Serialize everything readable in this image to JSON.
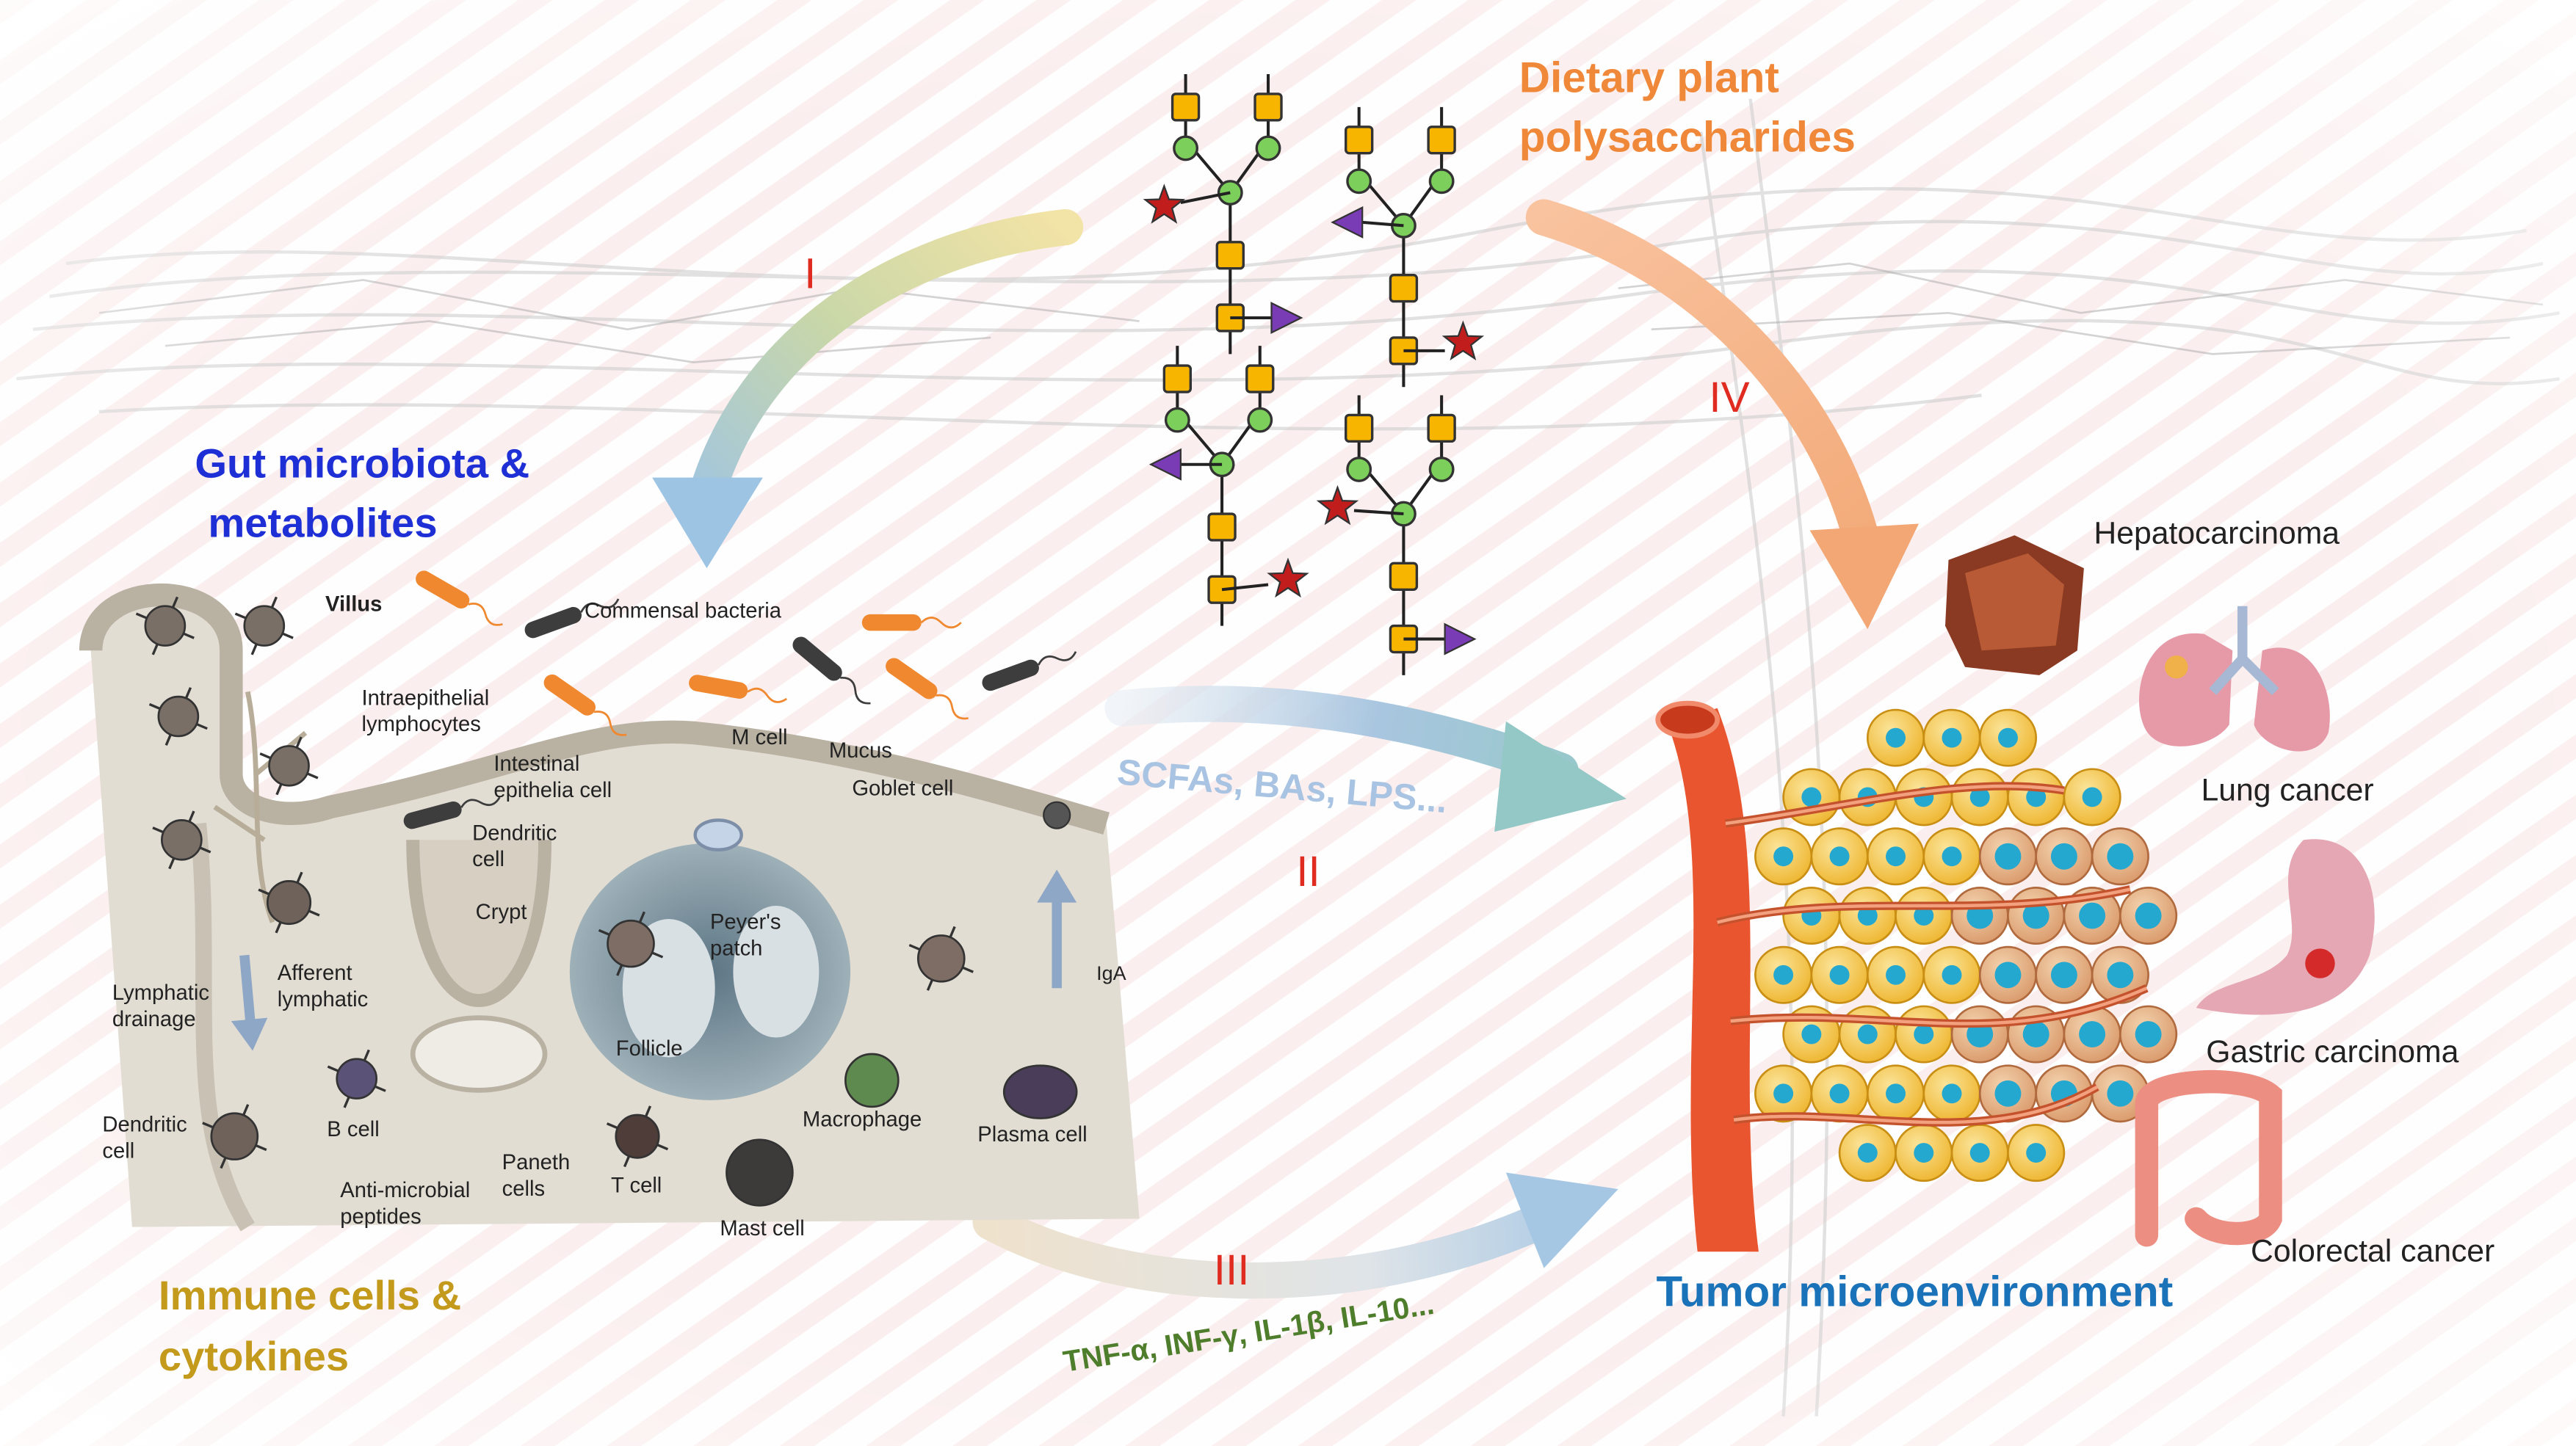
{
  "titles": {
    "dietary": [
      "Dietary plant",
      "polysaccharides"
    ],
    "gut": [
      "Gut microbiota &",
      "metabolites"
    ],
    "immune": [
      "Immune cells &",
      "cytokines"
    ],
    "tumor": "Tumor microenvironment"
  },
  "pathways": {
    "i": "I",
    "ii": "II",
    "iii": "III",
    "iv": "IV",
    "metabolites": "SCFAs, BAs, LPS...",
    "cytokines": "TNF-α, INF-γ, IL-1β, IL-10..."
  },
  "cancers": {
    "liver": "Hepatocarcinoma",
    "lung": "Lung cancer",
    "gastric": "Gastric carcinoma",
    "colorectal": "Colorectal cancer"
  },
  "gut_labels": {
    "villus": "Villus",
    "commensal": "Commensal bacteria",
    "iel": [
      "Intraepithelial",
      "lymphocytes"
    ],
    "intestinal": [
      "Intestinal",
      "epithelia cell"
    ],
    "mcell": "M cell",
    "mucus": "Mucus",
    "goblet": "Goblet cell",
    "dendritic": [
      "Dendritic",
      "cell"
    ],
    "crypt": "Crypt",
    "peyer": [
      "Peyer's",
      "patch"
    ],
    "afferent": [
      "Afferent",
      "lymphatic"
    ],
    "lymphatic": [
      "Lymphatic",
      "drainage"
    ],
    "follicle": "Follicle",
    "iga": "IgA",
    "dendritic2": [
      "Dendritic",
      "cell"
    ],
    "bcell": "B cell",
    "macrophage": "Macrophage",
    "plasma": "Plasma cell",
    "paneth": [
      "Paneth",
      "cells"
    ],
    "tcell": "T cell",
    "antimicrobial": [
      "Anti-microbial",
      "peptides"
    ],
    "mast": "Mast cell"
  },
  "colors": {
    "dietary": "#f0883a",
    "gut": "#1e2fd6",
    "immune": "#c39a1c",
    "tumor": "#1a72b8",
    "roman": "#e02b20",
    "metabolites": "#a9c4e2",
    "cytokines": "#4e7d2b"
  }
}
